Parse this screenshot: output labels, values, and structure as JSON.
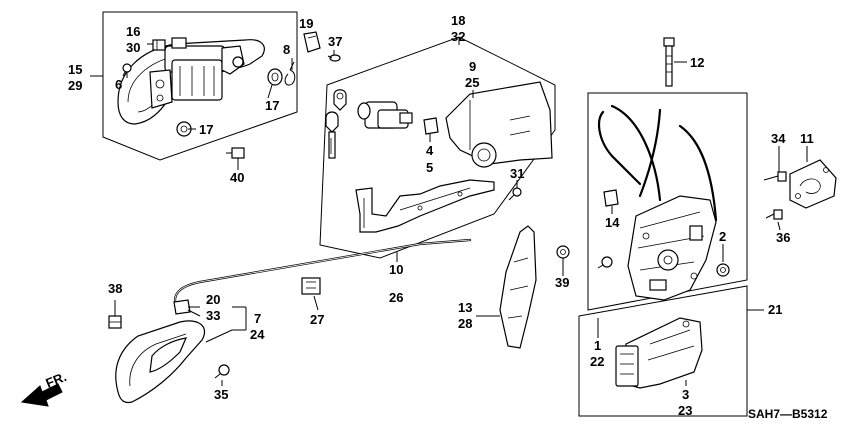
{
  "diagram_code": "SAH7—B5312",
  "direction_marker": "FR.",
  "callouts": {
    "c15": "15",
    "c29": "29",
    "c16": "16",
    "c30": "30",
    "c6": "6",
    "c17a": "17",
    "c17b": "17",
    "c19": "19",
    "c8": "8",
    "c37": "37",
    "c40": "40",
    "c18": "18",
    "c32": "32",
    "c9": "9",
    "c25": "25",
    "c4": "4",
    "c5": "5",
    "c31": "31",
    "c12": "12",
    "c34": "34",
    "c11": "11",
    "c14": "14",
    "c2": "2",
    "c36": "36",
    "c10": "10",
    "c26": "26",
    "c13": "13",
    "c28": "28",
    "c39": "39",
    "c38": "38",
    "c20": "20",
    "c33": "33",
    "c7": "7",
    "c24": "24",
    "c27": "27",
    "c35": "35",
    "c1": "1",
    "c22": "22",
    "c21": "21",
    "c3": "3",
    "c23": "23"
  }
}
